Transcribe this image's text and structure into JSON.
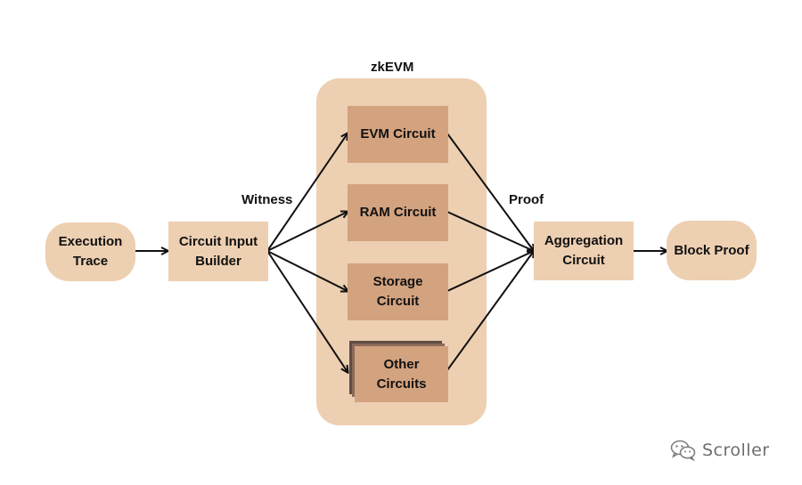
{
  "diagram": {
    "group_title": "zkEVM",
    "nodes": {
      "execution_trace": "Execution\nTrace",
      "circuit_input_builder": "Circuit Input\nBuilder",
      "evm_circuit": "EVM Circuit",
      "ram_circuit": "RAM Circuit",
      "storage_circuit": "Storage\nCircuit",
      "other_circuits": "Other\nCircuits",
      "aggregation_circuit": "Aggregation\nCircuit",
      "block_proof": "Block Proof"
    },
    "edge_labels": {
      "witness": "Witness",
      "proof": "Proof"
    },
    "colors": {
      "light_box": "#edcfb1",
      "dark_box": "#d3a27f",
      "arrow": "#111111"
    }
  },
  "watermark": {
    "text": "Scroller",
    "icon": "wechat-icon"
  }
}
